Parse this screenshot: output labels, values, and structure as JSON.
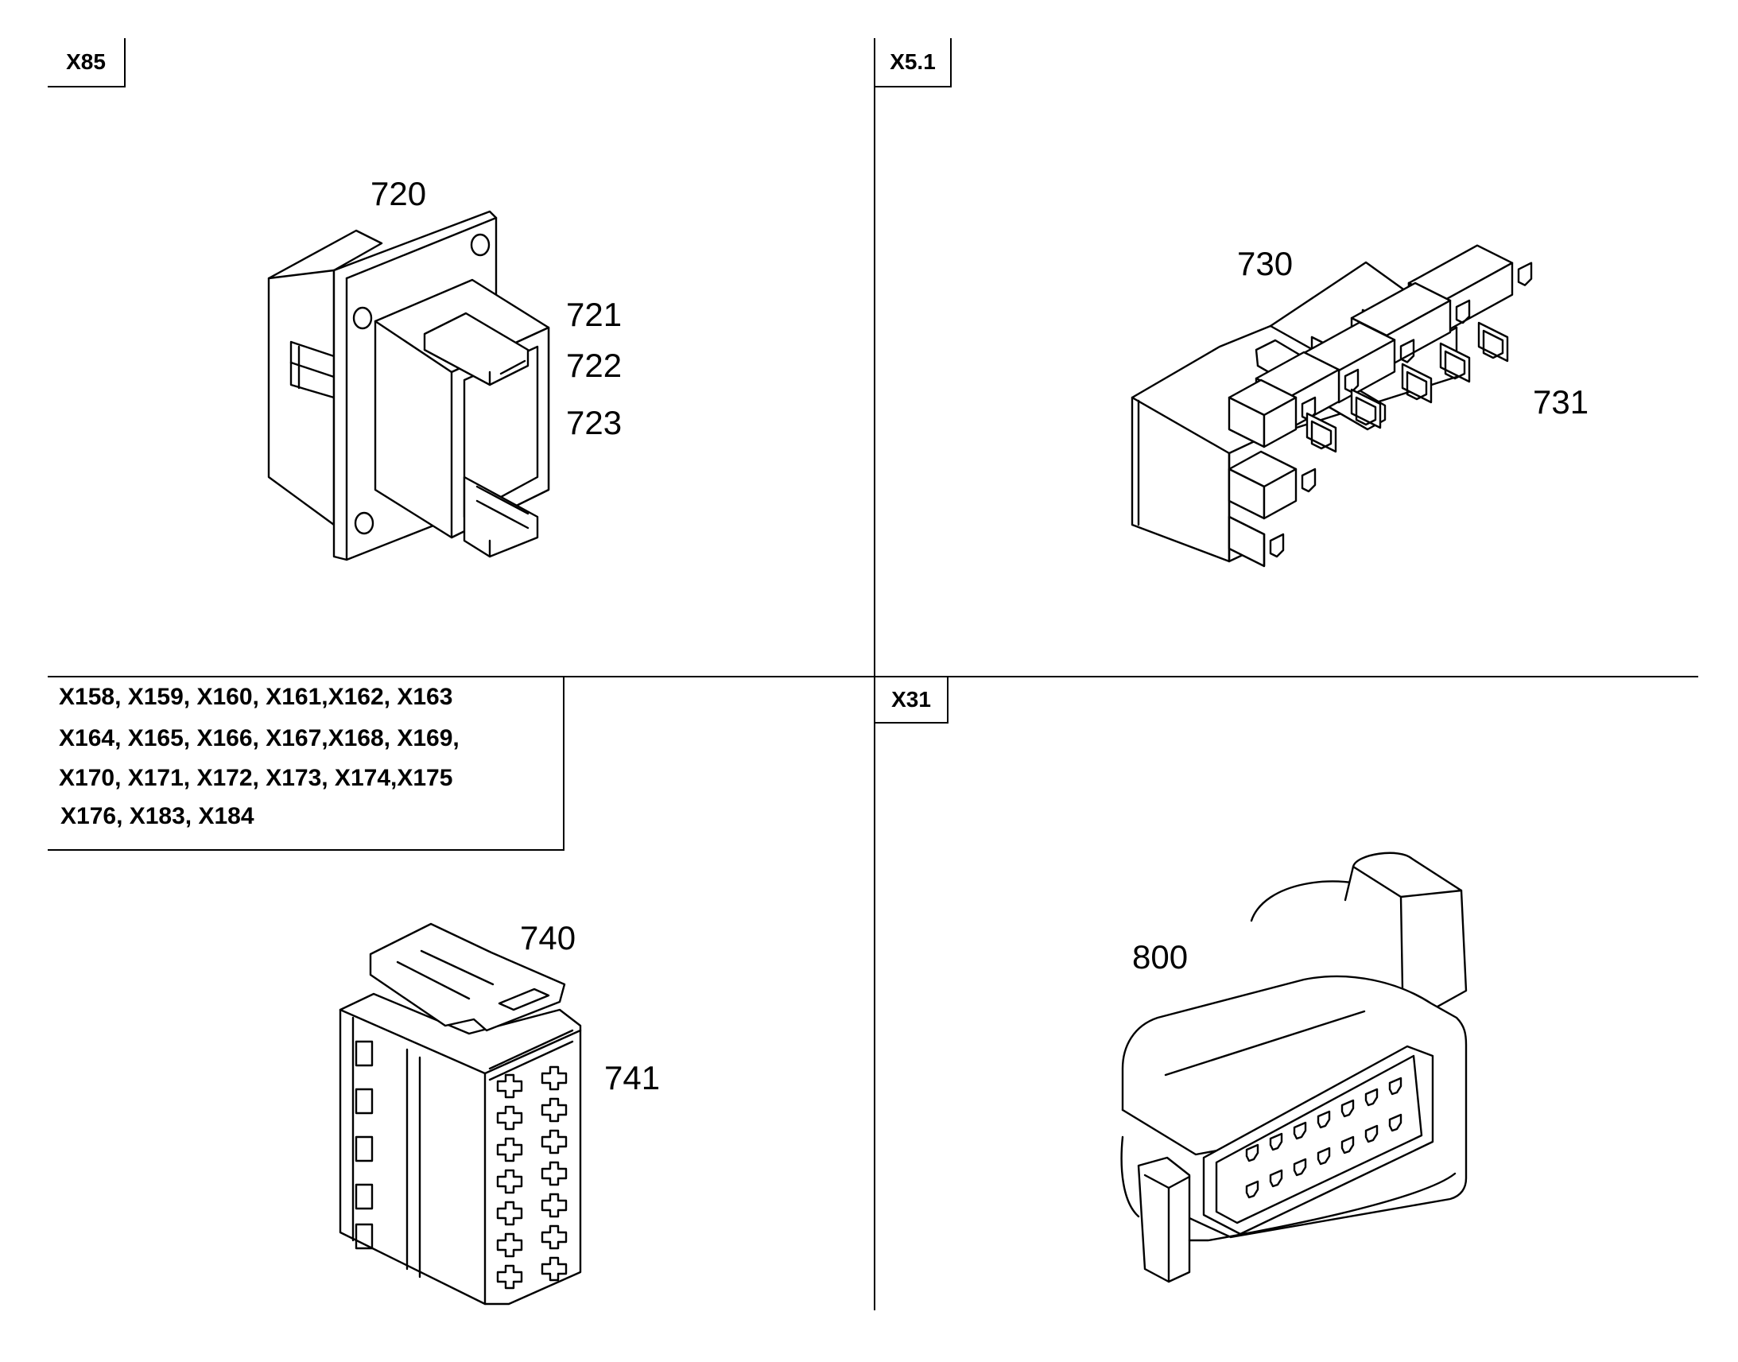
{
  "quadrants": {
    "top_left": {
      "tag": "X85",
      "callouts": [
        "720",
        "721",
        "722",
        "723"
      ]
    },
    "top_right": {
      "tag": "X5.1",
      "callouts": [
        "730",
        "731"
      ]
    },
    "bottom_left": {
      "connector_list": [
        "X158, X159, X160, X161,X162, X163",
        "X164, X165, X166, X167,X168, X169,",
        "X170, X171, X172, X173, X174,X175",
        "X176, X183, X184"
      ],
      "callouts": [
        "740",
        "741"
      ]
    },
    "bottom_right": {
      "tag": "X31",
      "callouts": [
        "800"
      ]
    }
  },
  "colors": {
    "line": "#000000",
    "background": "#ffffff"
  }
}
